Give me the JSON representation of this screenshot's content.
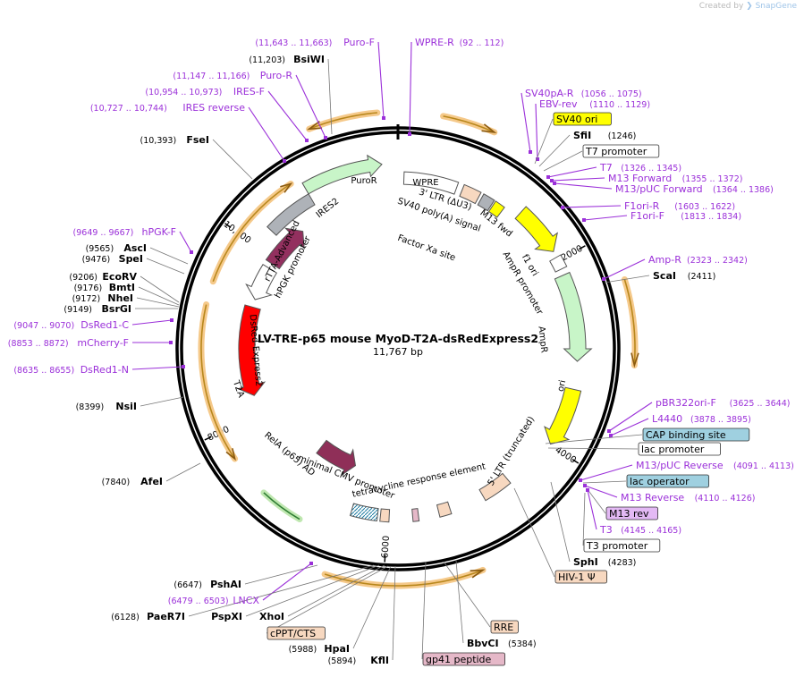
{
  "header": {
    "created_by": "Created by",
    "brand": "SnapGene"
  },
  "plasmid": {
    "name": "LV-TRE-p65 mouse MyoD-T2A-dsRedExpress2",
    "length": "11,767 bp",
    "total_bp": 11767
  },
  "colors": {
    "primer": "#9b30d9",
    "enzyme": "#000000",
    "yellow": "#ffff00",
    "orange_arc": "#f2a33a",
    "green_arc": "#4caf50",
    "rtetr": "#93305f",
    "puror": "#c8f5c8",
    "wpre": "#ffffff",
    "ltr": "#f7d8c0",
    "ampr": "#c8f5c8",
    "red": "#ff0000",
    "rela": "#8f2f58",
    "cap_site": "#9fd0e0",
    "lac_operator": "#9fd0e0",
    "m13_rev_box": "#e3b9f4",
    "hiv_box": "#f7d8c0",
    "cppt_box": "#f7d8c0",
    "rre_box": "#f7d8c0",
    "gp41_box": "#e5b8c8"
  },
  "ticks": [
    "2000",
    "4000",
    "6000",
    "8000",
    "10,000"
  ],
  "labels": [
    {
      "id": "puro-f-label",
      "text": "Puro-F",
      "coords": "(11,643 .. 11,663)",
      "kind": "primer"
    },
    {
      "id": "wpre-r-label",
      "text": "WPRE-R",
      "coords": "(92 .. 112)",
      "kind": "primer"
    },
    {
      "id": "bsiwi-label",
      "text": "BsiWI",
      "coords": "(11,203)",
      "kind": "enzyme"
    },
    {
      "id": "puro-r-label",
      "text": "Puro-R",
      "coords": "(11,147 .. 11,166)",
      "kind": "primer"
    },
    {
      "id": "ires-f-label",
      "text": "IRES-F",
      "coords": "(10,954 .. 10,973)",
      "kind": "primer"
    },
    {
      "id": "ires-reverse-label",
      "text": "IRES reverse",
      "coords": "(10,727 .. 10,744)",
      "kind": "primer"
    },
    {
      "id": "fsei-label",
      "text": "FseI",
      "coords": "(10,393)",
      "kind": "enzyme"
    },
    {
      "id": "sv40pa-r-label",
      "text": "SV40pA-R",
      "coords": "(1056 .. 1075)",
      "kind": "primer"
    },
    {
      "id": "ebv-rev-label",
      "text": "EBV-rev",
      "coords": "(1110 .. 1129)",
      "kind": "primer"
    },
    {
      "id": "sv40-ori-label",
      "text": "SV40 ori",
      "coords": "",
      "kind": "feature-yellow"
    },
    {
      "id": "sfii-label",
      "text": "SfiI",
      "coords": "(1246)",
      "kind": "enzyme"
    },
    {
      "id": "t7-promoter-label",
      "text": "T7 promoter",
      "coords": "",
      "kind": "feature-white"
    },
    {
      "id": "t7-label",
      "text": "T7",
      "coords": "(1326 .. 1345)",
      "kind": "primer"
    },
    {
      "id": "m13-forward-label",
      "text": "M13 Forward",
      "coords": "(1355 .. 1372)",
      "kind": "primer"
    },
    {
      "id": "m13-puc-forward-label",
      "text": "M13/pUC Forward",
      "coords": "(1364 .. 1386)",
      "kind": "primer"
    },
    {
      "id": "f1ori-r-label",
      "text": "F1ori-R",
      "coords": "(1603 .. 1622)",
      "kind": "primer"
    },
    {
      "id": "f1ori-f-label",
      "text": "F1ori-F",
      "coords": "(1813 .. 1834)",
      "kind": "primer"
    },
    {
      "id": "hpgk-f-label",
      "text": "hPGK-F",
      "coords": "(9649 .. 9667)",
      "kind": "primer"
    },
    {
      "id": "asci-label",
      "text": "AscI",
      "coords": "(9565)",
      "kind": "enzyme"
    },
    {
      "id": "spei-label",
      "text": "SpeI",
      "coords": "(9476)",
      "kind": "enzyme"
    },
    {
      "id": "ecorv-label",
      "text": "EcoRV",
      "coords": "(9206)",
      "kind": "enzyme"
    },
    {
      "id": "bmti-label",
      "text": "BmtI",
      "coords": "(9176)",
      "kind": "enzyme"
    },
    {
      "id": "nhei-label",
      "text": "NheI",
      "coords": "(9172)",
      "kind": "enzyme"
    },
    {
      "id": "bsrgi-label",
      "text": "BsrGI",
      "coords": "(9149)",
      "kind": "enzyme"
    },
    {
      "id": "dsred1-c-label",
      "text": "DsRed1-C",
      "coords": "(9047 .. 9070)",
      "kind": "primer"
    },
    {
      "id": "mcherry-f-label",
      "text": "mCherry-F",
      "coords": "(8853 .. 8872)",
      "kind": "primer"
    },
    {
      "id": "dsred1-n-label",
      "text": "DsRed1-N",
      "coords": "(8635 .. 8655)",
      "kind": "primer"
    },
    {
      "id": "amp-r-label",
      "text": "Amp-R",
      "coords": "(2323 .. 2342)",
      "kind": "primer"
    },
    {
      "id": "scai-label",
      "text": "ScaI",
      "coords": "(2411)",
      "kind": "enzyme"
    },
    {
      "id": "nsii-label",
      "text": "NsiI",
      "coords": "(8399)",
      "kind": "enzyme"
    },
    {
      "id": "pbr322ori-f-label",
      "text": "pBR322ori-F",
      "coords": "(3625 .. 3644)",
      "kind": "primer"
    },
    {
      "id": "l4440-label",
      "text": "L4440",
      "coords": "(3878 .. 3895)",
      "kind": "primer"
    },
    {
      "id": "cap-binding-site-label",
      "text": "CAP binding site",
      "coords": "",
      "kind": "feature-blue"
    },
    {
      "id": "lac-promoter-label",
      "text": "lac promoter",
      "coords": "",
      "kind": "feature-white"
    },
    {
      "id": "m13-puc-reverse-label",
      "text": "M13/pUC Reverse",
      "coords": "(4091 .. 4113)",
      "kind": "primer"
    },
    {
      "id": "lac-operator-label",
      "text": "lac operator",
      "coords": "",
      "kind": "feature-blue"
    },
    {
      "id": "m13-reverse-label",
      "text": "M13 Reverse",
      "coords": "(4110 .. 4126)",
      "kind": "primer"
    },
    {
      "id": "m13-rev-label",
      "text": "M13 rev",
      "coords": "",
      "kind": "feature-purple"
    },
    {
      "id": "t3-label",
      "text": "T3",
      "coords": "(4145 .. 4165)",
      "kind": "primer"
    },
    {
      "id": "t3-promoter-label",
      "text": "T3 promoter",
      "coords": "",
      "kind": "feature-white"
    },
    {
      "id": "sphi-label",
      "text": "SphI",
      "coords": "(4283)",
      "kind": "enzyme"
    },
    {
      "id": "hiv1-psi-label",
      "text": "HIV-1 Ψ",
      "coords": "",
      "kind": "feature-peach"
    },
    {
      "id": "afei-label",
      "text": "AfeI",
      "coords": "(7840)",
      "kind": "enzyme"
    },
    {
      "id": "pshai-label",
      "text": "PshAI",
      "coords": "(6647)",
      "kind": "enzyme"
    },
    {
      "id": "lncx-label",
      "text": "LNCX",
      "coords": "(6479 .. 6503)",
      "kind": "primer"
    },
    {
      "id": "paer7i-label",
      "text": "PaeR7I",
      "coords": "(6128)",
      "kind": "enzyme"
    },
    {
      "id": "pspxi-label",
      "text": "PspXI",
      "coords": "",
      "kind": "enzyme"
    },
    {
      "id": "xhoi-label",
      "text": "XhoI",
      "coords": "",
      "kind": "enzyme"
    },
    {
      "id": "cppt-cts-label",
      "text": "cPPT/CTS",
      "coords": "",
      "kind": "feature-peach"
    },
    {
      "id": "hpai-label",
      "text": "HpaI",
      "coords": "(5988)",
      "kind": "enzyme"
    },
    {
      "id": "kfli-label",
      "text": "KflI",
      "coords": "(5894)",
      "kind": "enzyme"
    },
    {
      "id": "rre-label",
      "text": "RRE",
      "coords": "",
      "kind": "feature-peach"
    },
    {
      "id": "bbvci-label",
      "text": "BbvCI",
      "coords": "(5384)",
      "kind": "enzyme"
    },
    {
      "id": "gp41-label",
      "text": "gp41 peptide",
      "coords": "",
      "kind": "feature-pink"
    }
  ],
  "inner_labels": {
    "puror": "PuroR",
    "wpre": "WPRE",
    "ires2": "IRES2",
    "rtetr": "rTetR",
    "rtta": "rTTA-Advanced",
    "hpgk": "hPGK promoter",
    "ltr3": "3' LTR (ΔU3)",
    "sv40polya": "SV40 poly(A) signal",
    "factorxa": "Factor Xa site",
    "m13fwd": "M13 fwd",
    "f1ori": "f1 ori",
    "ampr_promoter": "AmpR promoter",
    "ampr": "AmpR",
    "ori": "ori",
    "ltr5": "5' LTR (truncated)",
    "dsred": "DsRed-Express2",
    "t2a": "T2A",
    "rela": "RelA (p65) AD",
    "mincmv": "minimal CMV promoter",
    "tre": "tetracycline response element"
  }
}
